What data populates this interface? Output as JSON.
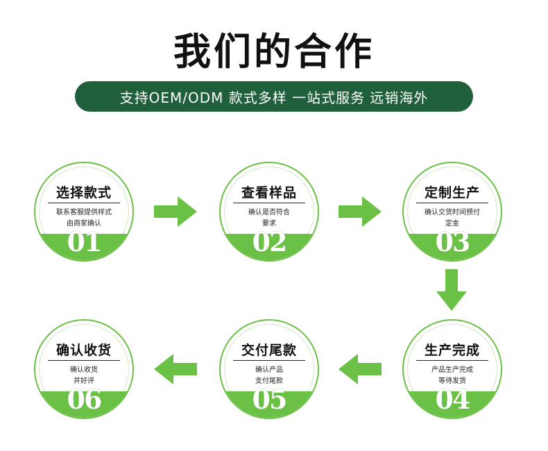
{
  "title": "我们的合作",
  "banner": "支持OEM/ODM  款式多样  一站式服务  远销海外",
  "colors": {
    "green": "#6bc046",
    "banner": "#1f5f3b"
  },
  "steps": [
    {
      "title": "选择款式",
      "desc_line1": "联系客服提供样式",
      "desc_line2": "由商家确认",
      "number": "01"
    },
    {
      "title": "查看样品",
      "desc_line1": "确认是否符合",
      "desc_line2": "要求",
      "number": "02"
    },
    {
      "title": "定制生产",
      "desc_line1": "确认交货时间预付",
      "desc_line2": "定金",
      "number": "03"
    },
    {
      "title": "生产完成",
      "desc_line1": "产品生产完成",
      "desc_line2": "等待发货",
      "number": "04"
    },
    {
      "title": "交付尾款",
      "desc_line1": "确认产品",
      "desc_line2": "支付尾款",
      "number": "05"
    },
    {
      "title": "确认收货",
      "desc_line1": "确认收货",
      "desc_line2": "并好评",
      "number": "06"
    }
  ]
}
